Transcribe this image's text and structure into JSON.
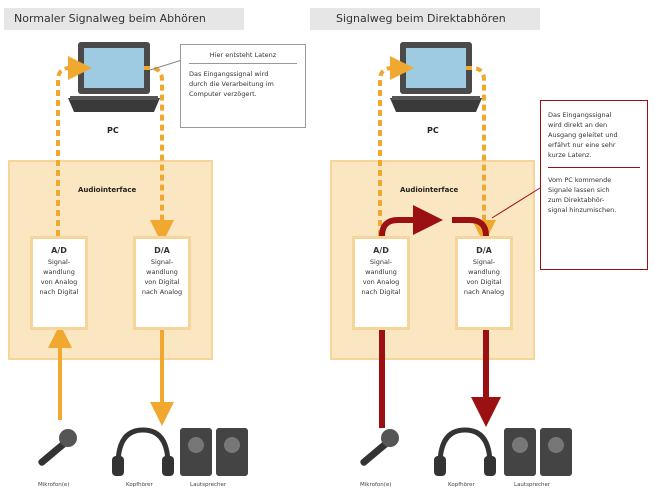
{
  "left": {
    "header": "Normaler Signalweg beim Abhören",
    "pc": "PC",
    "interface": "Audiointerface",
    "ad": {
      "title": "A/D",
      "lines": [
        "Signal-",
        "wandlung",
        "von Analog",
        "nach Digital"
      ]
    },
    "da": {
      "title": "D/A",
      "lines": [
        "Signal-",
        "wandlung",
        "von Digital",
        "nach Analog"
      ]
    },
    "note_title": "Hier entsteht Latenz",
    "note_lines": [
      "Das Eingangssignal wird",
      "durch die Verarbeitung im",
      "Computer verzögert."
    ],
    "mic": "Mikrofon(e)",
    "phones": "Kopfhörer",
    "speakers": "Lautsprecher"
  },
  "right": {
    "header": "Signalweg beim Direktabhören",
    "pc": "PC",
    "interface": "Audiointerface",
    "ad": {
      "title": "A/D",
      "lines": [
        "Signal-",
        "wandlung",
        "von Analog",
        "nach Digital"
      ]
    },
    "da": {
      "title": "D/A",
      "lines": [
        "Signal-",
        "wandlung",
        "von Digital",
        "nach Analog"
      ]
    },
    "note1_lines": [
      "Das Eingangssignal",
      "wird direkt an den",
      "Ausgang geleitet und",
      "erfährt nur eine sehr",
      "kurze Latenz."
    ],
    "note2_lines": [
      "Vom PC kommende",
      "Signale lassen sich",
      "zum Direktabhör-",
      "signal hinzumischen."
    ],
    "mic": "Mikrofon(e)",
    "phones": "Kopfhörer",
    "speakers": "Lautsprecher"
  },
  "colors": {
    "signal": "#f0a830",
    "direct": "#9b1111",
    "panel": "#fbe6c2",
    "panel_border": "#f6d49a"
  }
}
